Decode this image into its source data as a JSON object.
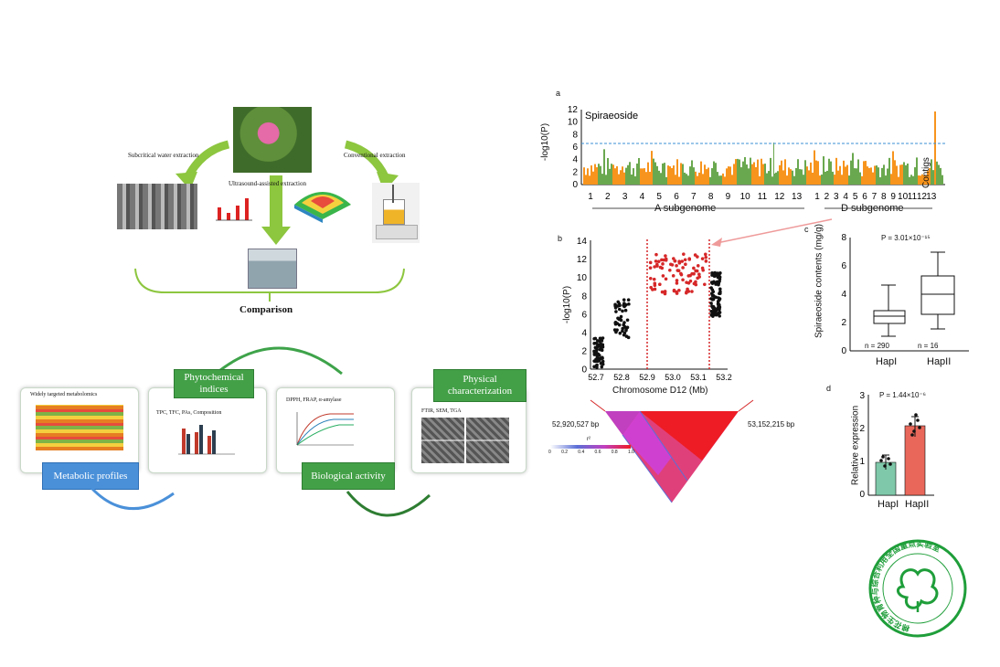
{
  "left_figure": {
    "extraction_methods": [
      "Subcritical water extraction",
      "Ultrasound-assisted extraction",
      "Conventional extraction"
    ],
    "comparison_label": "Comparison",
    "cards": {
      "metabolomics_title": "Widely targeted metabolomics",
      "phytochemical_text": "TPC, TFC, PAs, Composition",
      "biological_text": "DPPH, FRAP, α-amylase",
      "physical_text": "FTIR, SEM, TGA"
    },
    "badges": {
      "phytochemical": "Phytochemical indices",
      "physical": "Physical characterization",
      "metabolic": "Metabolic profiles",
      "biological": "Biological activity"
    },
    "colors": {
      "green": "#43a047",
      "blue": "#4a90d9",
      "arrow": "#8dc63f"
    }
  },
  "right_figure": {
    "panel_labels": [
      "a",
      "b",
      "c",
      "d"
    ],
    "panel_a": {
      "title": "Spiraeoside",
      "ylabel": "-log10(P)",
      "yticks": [
        "12",
        "10",
        "8",
        "6",
        "4",
        "2",
        "0"
      ],
      "a_chromosomes": [
        "1",
        "2",
        "3",
        "4",
        "5",
        "6",
        "7",
        "8",
        "9",
        "10",
        "11",
        "12",
        "13"
      ],
      "d_chromosomes": [
        "1",
        "2",
        "3",
        "4",
        "5",
        "6",
        "7",
        "8",
        "9",
        "10",
        "11",
        "12",
        "13"
      ],
      "a_subgenome": "A subgenome",
      "d_subgenome": "D subgenome",
      "contigs": "Contigs",
      "colors": {
        "orange": "#f7941d",
        "green": "#6aa84f",
        "threshold": "#3a8fd6"
      }
    },
    "panel_b": {
      "ylabel": "-log10(P)",
      "xlabel": "Chromosome D12 (Mb)",
      "yticks": [
        "14",
        "12",
        "10",
        "8",
        "6",
        "4",
        "2",
        "0"
      ],
      "xticks": [
        "52.7",
        "52.8",
        "52.9",
        "53.0",
        "53.1",
        "53.2"
      ],
      "left_bp": "52,920,527 bp",
      "right_bp": "53,152,215 bp",
      "r2_label": "r²",
      "r2_ticks": [
        "0",
        "0.2",
        "0.4",
        "0.6",
        "0.8",
        "1.0"
      ]
    },
    "panel_c": {
      "ylabel": "Spiraeoside contents (mg/g)",
      "pvalue": "P = 3.01×10⁻¹⁵",
      "yticks": [
        "8",
        "6",
        "4",
        "2",
        "0"
      ],
      "groups": [
        "HapI",
        "HapII"
      ],
      "n_labels": [
        "n = 290",
        "n = 16"
      ]
    },
    "panel_d": {
      "ylabel": "Relative expression",
      "pvalue": "P = 1.44×10⁻⁶",
      "yticks": [
        "3",
        "2",
        "1",
        "0"
      ],
      "groups": [
        "HapI",
        "HapII"
      ],
      "colors": {
        "hap1": "#7fc8a9",
        "hap2": "#e8675a"
      }
    }
  },
  "seal": {
    "text": "棉花生物育种与综合利用全国重点实验室",
    "color": "#1f9e3a"
  }
}
